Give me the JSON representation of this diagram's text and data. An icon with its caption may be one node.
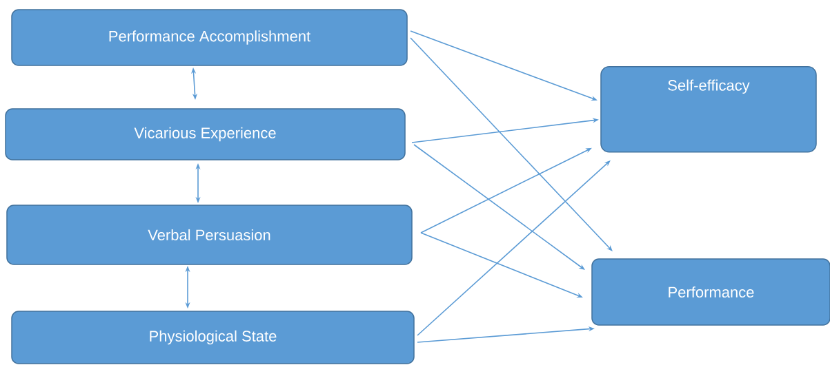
{
  "diagram": {
    "nodes": [
      {
        "text": [
          "Performance Accomplishment"
        ]
      },
      {
        "text": [
          "Vicarious Experience"
        ]
      },
      {
        "text": [
          "Verbal Persuasion"
        ]
      },
      {
        "text": [
          "Physiological State"
        ]
      },
      {
        "text": [
          "Self-efficacy"
        ]
      },
      {
        "text": [
          "Performance"
        ]
      }
    ],
    "edges": [
      {
        "from": 0,
        "to": 1,
        "arrow": "both"
      },
      {
        "from": 1,
        "to": 2,
        "arrow": "both"
      },
      {
        "from": 2,
        "to": 3,
        "arrow": "both"
      },
      {
        "from": 0,
        "to": 4,
        "arrow": "to"
      },
      {
        "from": 0,
        "to": 5,
        "arrow": "to"
      },
      {
        "from": 1,
        "to": 4,
        "arrow": "to"
      },
      {
        "from": 1,
        "to": 5,
        "arrow": "to"
      },
      {
        "from": 2,
        "to": 4,
        "arrow": "to"
      },
      {
        "from": 2,
        "to": 5,
        "arrow": "to"
      },
      {
        "from": 3,
        "to": 4,
        "arrow": "to"
      },
      {
        "from": 3,
        "to": 5,
        "arrow": "to"
      }
    ]
  }
}
